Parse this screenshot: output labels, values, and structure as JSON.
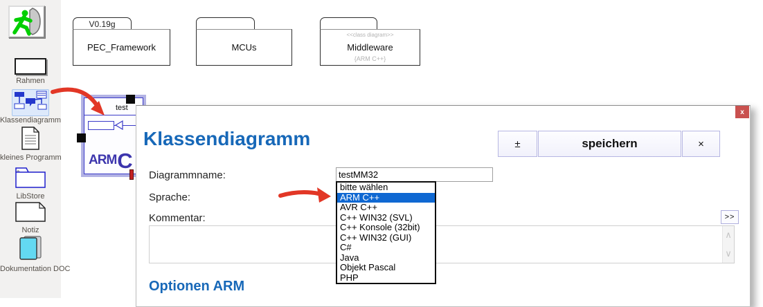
{
  "sidebar": {
    "exit_button": {
      "icon": "exit-runner-icon"
    },
    "items": [
      {
        "label": "Rahmen"
      },
      {
        "label": "Klassendiagramm"
      },
      {
        "label": "kleines Programm"
      },
      {
        "label": "LibStore"
      },
      {
        "label": "Notiz"
      },
      {
        "label": "Dokumentation DOC"
      }
    ]
  },
  "canvas": {
    "packages": [
      {
        "tab": "V0.19g",
        "name": "PEC_Framework",
        "stereotype": "",
        "annotation": ""
      },
      {
        "tab": "",
        "name": "MCUs",
        "stereotype": "",
        "annotation": ""
      },
      {
        "tab": "",
        "name": "Middleware",
        "stereotype": "<<class diagram>>",
        "annotation": "{ARM C++}"
      }
    ],
    "selected_frame": {
      "title": "test",
      "logo_text": "ARM",
      "logo_suffix": "C"
    }
  },
  "dialog": {
    "title": "Klassendiagramm",
    "window_close_glyph": "x",
    "buttons": {
      "plus_minus": "±",
      "save": "speichern",
      "close": "×"
    },
    "fields": {
      "name_label": "Diagrammname:",
      "name_value": "testMM32",
      "language_label": "Sprache:",
      "comment_label": "Kommentar:",
      "comment_value": ""
    },
    "dropdown": {
      "selected_index": 1,
      "selected_value": "ARM C++",
      "items": [
        "bitte wählen",
        "ARM C++",
        "AVR C++",
        "C++ WIN32 (SVL)",
        "C++ Konsole (32bit)",
        "C++ WIN32 (GUI)",
        "C#",
        "Java",
        "Objekt Pascal",
        "PHP"
      ]
    },
    "expand_glyph": ">>",
    "scroll_up_glyph": "∧",
    "scroll_down_glyph": "∨",
    "section_heading": "Optionen ARM"
  },
  "colors": {
    "title_blue": "#1768b8",
    "highlight_blue": "#0f68d2",
    "close_red": "#c9514f",
    "arrow_red": "#e23726",
    "selection_lavender": "#b2b2e4",
    "frame_blue": "#3a3ac8"
  }
}
